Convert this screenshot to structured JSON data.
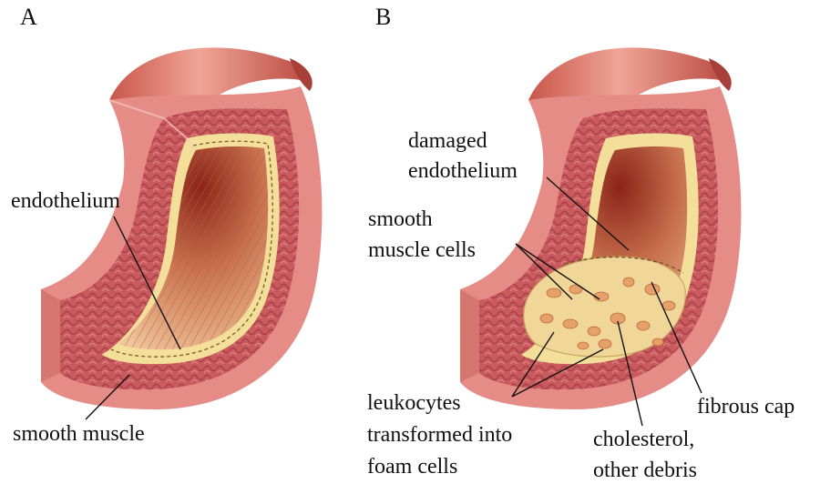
{
  "panels": {
    "a": "A",
    "b": "B"
  },
  "labels_a": {
    "endothelium": "endothelium",
    "smooth_muscle": "smooth muscle"
  },
  "labels_b": {
    "damaged_endothelium_1": "damaged",
    "damaged_endothelium_2": "endothelium",
    "smooth_muscle_cells_1": "smooth",
    "smooth_muscle_cells_2": "muscle cells",
    "leukocytes_1": "leukocytes",
    "leukocytes_2": "transformed into",
    "leukocytes_3": "foam cells",
    "fibrous_cap": "fibrous cap",
    "cholesterol_1": "cholesterol,",
    "cholesterol_2": "other debris"
  },
  "colors": {
    "outer_wall": "#d8787a",
    "muscle_layer": "#c9565c",
    "endothelium": "#f3df9a",
    "lumen": "#b9543c",
    "plaque": "#f1d69a",
    "foam_cells": "#e6a06a"
  }
}
